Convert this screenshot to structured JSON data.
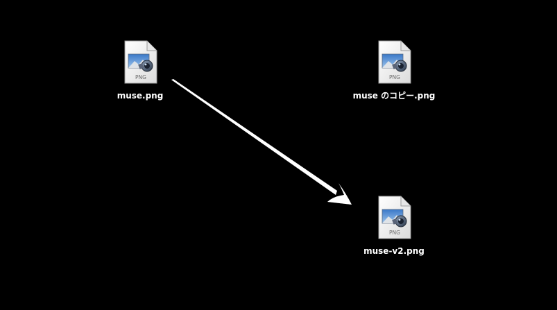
{
  "desktop": {
    "background_color": "#000000",
    "files": [
      {
        "name": "muse.png",
        "type_badge": "PNG",
        "icon": "png-file-icon"
      },
      {
        "name": "muse のコピー.png",
        "type_badge": "PNG",
        "icon": "png-file-icon"
      },
      {
        "name": "muse-v2.png",
        "type_badge": "PNG",
        "icon": "png-file-icon"
      }
    ],
    "annotation": {
      "icon": "arrow-icon",
      "color": "#ffffff"
    }
  }
}
